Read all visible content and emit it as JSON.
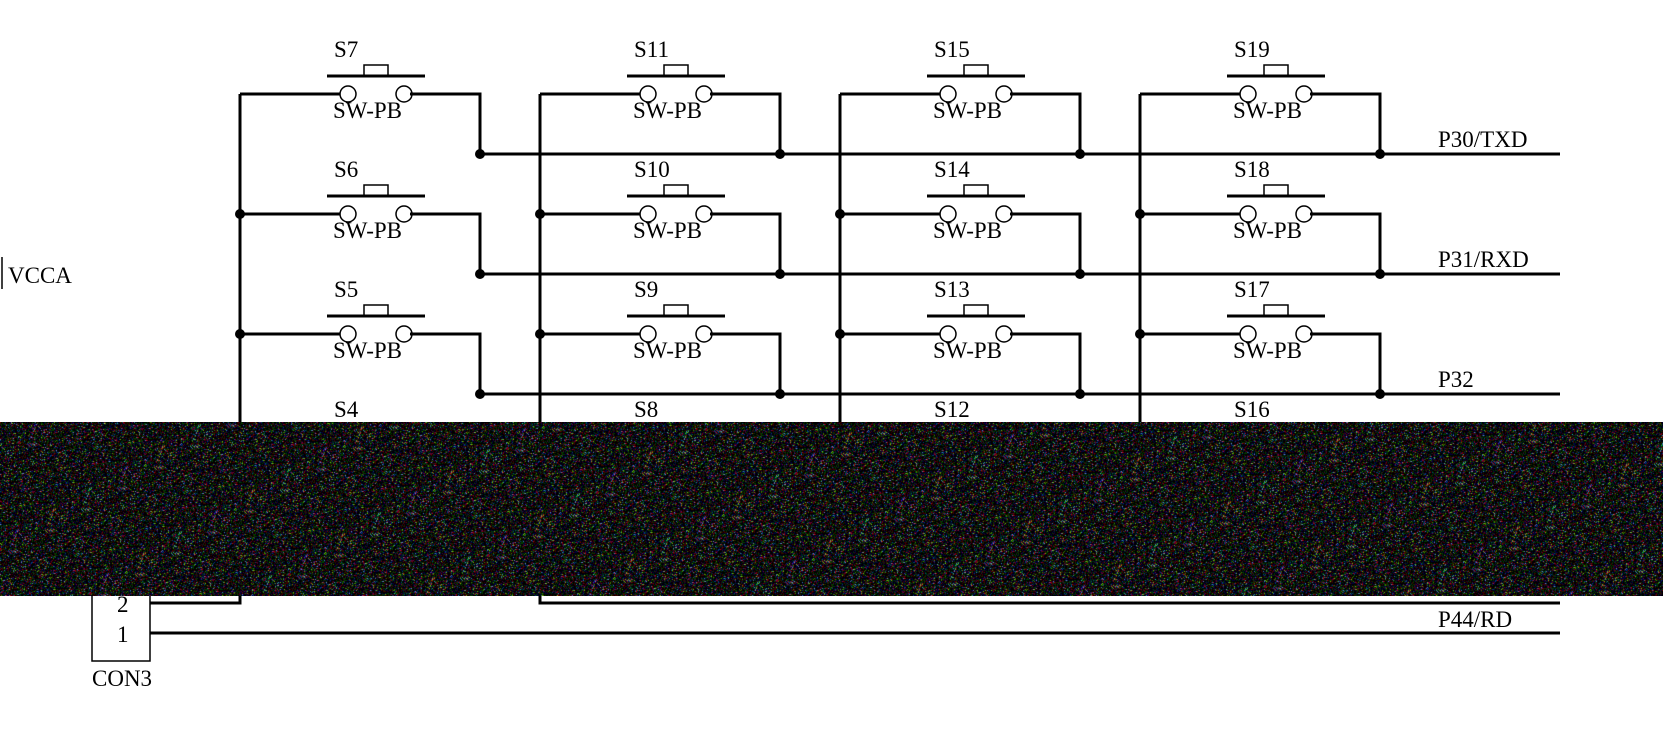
{
  "switches": [
    {
      "ref": "S7",
      "value": "SW-PB"
    },
    {
      "ref": "S11",
      "value": "SW-PB"
    },
    {
      "ref": "S15",
      "value": "SW-PB"
    },
    {
      "ref": "S19",
      "value": "SW-PB"
    },
    {
      "ref": "S6",
      "value": "SW-PB"
    },
    {
      "ref": "S10",
      "value": "SW-PB"
    },
    {
      "ref": "S14",
      "value": "SW-PB"
    },
    {
      "ref": "S18",
      "value": "SW-PB"
    },
    {
      "ref": "S5",
      "value": "SW-PB"
    },
    {
      "ref": "S9",
      "value": "SW-PB"
    },
    {
      "ref": "S13",
      "value": "SW-PB"
    },
    {
      "ref": "S17",
      "value": "SW-PB"
    },
    {
      "ref": "S4",
      "value": ""
    },
    {
      "ref": "S8",
      "value": ""
    },
    {
      "ref": "S12",
      "value": ""
    },
    {
      "ref": "S16",
      "value": ""
    }
  ],
  "nets": [
    "P30/TXD",
    "P31/RXD",
    "P32",
    "P44/RD"
  ],
  "power_label": "VCCA",
  "connector": {
    "ref": "CON3",
    "pins": [
      "2",
      "1"
    ]
  },
  "colors": {
    "line": "#000000",
    "background": "#ffffff"
  }
}
